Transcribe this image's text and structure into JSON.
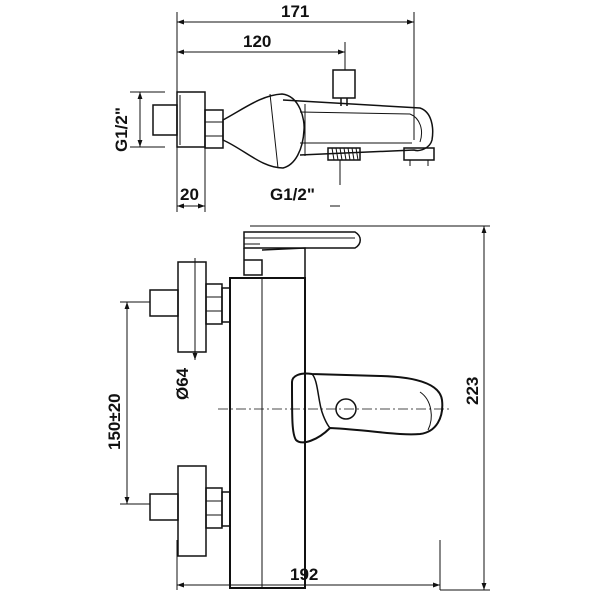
{
  "drawing": {
    "top_view": {
      "dim_overall_width": "171",
      "dim_spout_length": "120",
      "dim_inlet_thread": "G1/2\"",
      "dim_flange_depth": "20",
      "dim_outlet_thread": "G1/2\""
    },
    "front_view": {
      "dim_height": "223",
      "dim_centers": "150±20",
      "dim_flange_diameter": "Ø64",
      "dim_width": "192"
    }
  }
}
